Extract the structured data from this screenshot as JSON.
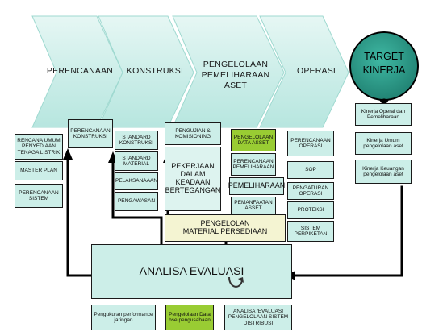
{
  "colors": {
    "chevron_fill": "#cdeee9",
    "chevron_edge": "#9fd9d0",
    "box_fill": "#cceee8",
    "cream_fill": "#f4f4d2",
    "green_fill": "#99cc33",
    "target_fill": "#2e9e8c",
    "line": "#000000"
  },
  "chevrons": {
    "c1": "PERENCANAAN",
    "c2": "KONSTRUKSI",
    "c3a": "PENGELOLAAN",
    "c3b": "PEMELIHARAAN ASET",
    "c4": "OPERASI"
  },
  "target": {
    "line1": "TARGET",
    "line2": "KINERJA"
  },
  "kinerja": {
    "k1": "Kinerja Operai dan Pemeliharaan",
    "k2": "Kinerja Umum pengelolaan aset",
    "k3": "Kinerja Keuangan pengelolaan aset"
  },
  "perencanaan_boxes": {
    "ruptl": "RENCANA UMUM PENYEDIAAN TENAGA LISTRIK",
    "master_plan": "MASTER PLAN",
    "sistem": "PERENCANAAN SISTEM",
    "konstruksi": "PERENCANAAN KONSTRUKSI"
  },
  "konstruksi_boxes": {
    "standard_konstruksi": "STANDARD KONSTRUKSI",
    "standard_material": "STANDARD MATERIAL",
    "pelaksanaan": "PELAKSANAAAN",
    "pengawasan": "PENGAWASAN"
  },
  "pengelolaan_boxes": {
    "pengujian": "PENGUJIAN & KOMISIONING",
    "pekerjaan": "PEKERJAAN DALAM KEADAAN BERTEGANGAN",
    "data_asset": "PENGELOLAAN DATA ASSET",
    "perencanaan_pemeliharaan": "PERENCANAAN PEMELIHARAAN",
    "pemeliharaan": "PEMELIHARAAN",
    "pemanfaatan": "PEMANFAATAN ASSET",
    "material_1": "PENGELOLAN",
    "material_2": "MATERIAL PERSEDIAAN"
  },
  "operasi_boxes": {
    "perencanaan_operasi": "PERENCANAAN OPERASI",
    "sop": "SOP",
    "pengaturan_operasi": "PENGATURAN OPERASI",
    "proteksi": "PROTEKSI",
    "sistem_perpiketan": "SISTEM PERPIKETAN"
  },
  "analisa": {
    "label": "ANALISA EVALUASI"
  },
  "bottom_boxes": {
    "pengukuran": "Pengukuran performance jaringan",
    "pengelolaan_data": "Pengelolaan Data bse pengusahaan",
    "analisa_distribusi": "ANALISA /EVALUASI PENGELOLAAN SISTEM DISTRIBUSI"
  }
}
